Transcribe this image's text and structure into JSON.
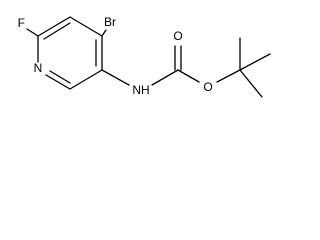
{
  "molecule": {
    "atoms": {
      "bromine": "Br",
      "fluorine": "F",
      "ring_nitrogen": "N",
      "amide_nitrogen": "NH",
      "carbonyl_oxygen": "O",
      "ester_oxygen": "O"
    },
    "colors": {
      "bond": "#000000",
      "label": "#000000",
      "background": "#ffffff"
    }
  }
}
